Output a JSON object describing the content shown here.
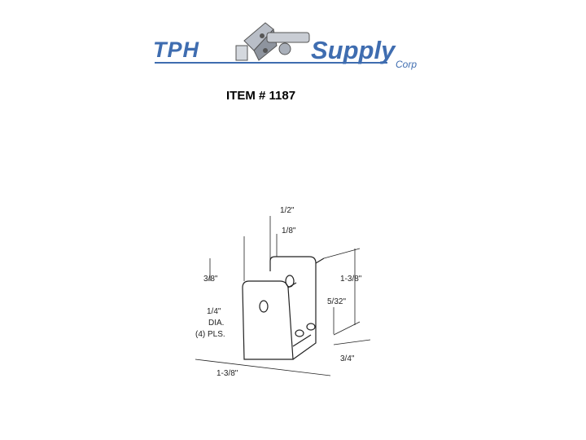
{
  "logo": {
    "brand_left": "TPH",
    "brand_right": "Supply",
    "brand_sub": "Corp"
  },
  "title": "ITEM # 1187",
  "drawing": {
    "dim_half": "1/2\"",
    "dim_eighth": "1/8\"",
    "dim_three_eighths": "3/8\"",
    "dim_height": "1-3/8\"",
    "dim_five_32": "5/32\"",
    "hole_dia": "1/4\"",
    "hole_dia_label": "DIA.",
    "hole_count": "(4) PLS.",
    "dim_depth": "3/4\"",
    "dim_width": "1-3/8\""
  }
}
